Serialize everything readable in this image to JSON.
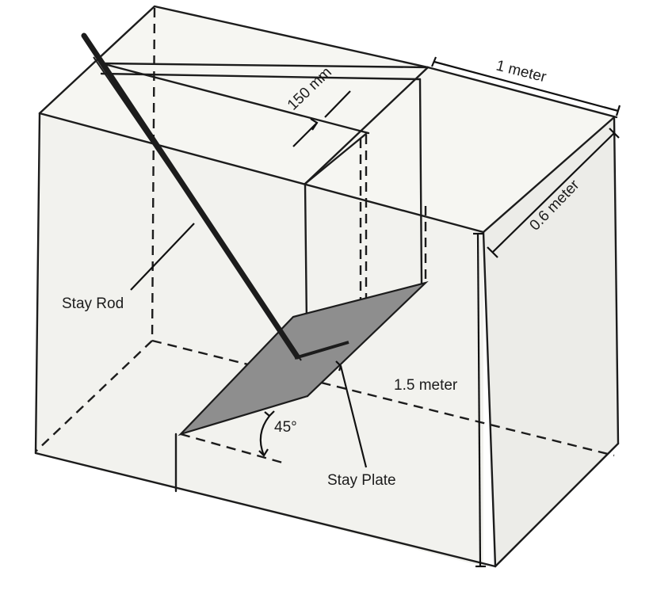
{
  "labels": {
    "top_width": "1 meter",
    "depth": "0.6 meter",
    "height": "1.5 meter",
    "gap": "150 mm",
    "stay_rod": "Stay Rod",
    "stay_plate": "Stay Plate",
    "angle": "45°"
  },
  "colors": {
    "line": "#1c1c1c",
    "plate": "#8e8e8e",
    "face": "#eeeeea"
  }
}
